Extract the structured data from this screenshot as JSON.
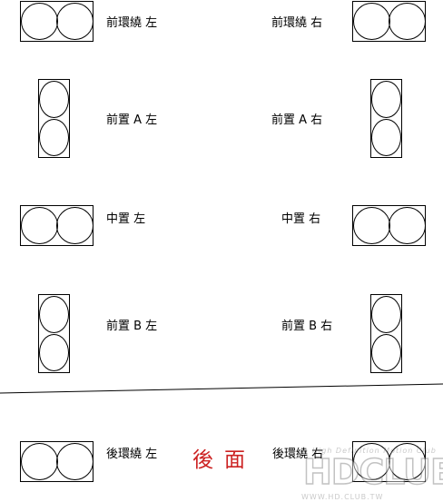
{
  "labels": {
    "front_surround_left": "前環繞 左",
    "front_surround_right": "前環繞 右",
    "front_a_left": "前置 A 左",
    "front_a_right": "前置 A 右",
    "center_left": "中置 左",
    "center_right": "中置 右",
    "front_b_left": "前置 B 左",
    "front_b_right": "前置 B 右",
    "rear_surround_left": "後環繞 左",
    "rear_surround_right": "後環繞 右",
    "rear_title": "後面"
  },
  "watermark": {
    "tagline": "High Definition Motion Club",
    "logo": "HDCLUB",
    "url": "WWW.HD.CLUB.TW"
  },
  "colors": {
    "rear_title": "#cc2222",
    "line": "#000000"
  }
}
